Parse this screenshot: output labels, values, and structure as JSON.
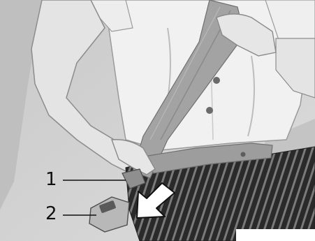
{
  "figure": {
    "callouts": [
      {
        "label": "1",
        "refers_to": "latch-plate"
      },
      {
        "label": "2",
        "refers_to": "buckle"
      }
    ],
    "arrow_direction": "down-left",
    "colors": {
      "background": "#d6d6d6",
      "blouse": "#f1f1f1",
      "skin": "#e4e4e4",
      "belt": "#9d9d9d",
      "skirt": "#2a2a2a",
      "seat": "#c4c4c4",
      "arrow_fill": "#ffffff"
    }
  }
}
